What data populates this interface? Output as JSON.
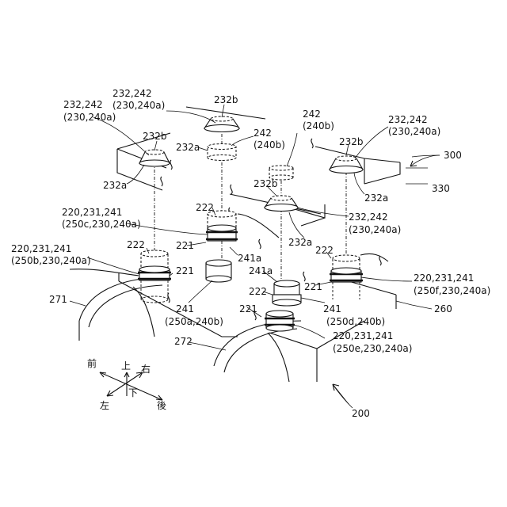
{
  "labels": [
    "232,242",
    "(230,240a)",
    "232,242",
    "(230,240a)",
    "232b",
    "232b",
    "232a",
    "242",
    "(240b)",
    "242",
    "(240b)",
    "232b",
    "232,242",
    "(230,240a)",
    "300",
    "330",
    "232a",
    "232b",
    "232a",
    "222",
    "232,242",
    "(230,240a)",
    "220,231,241",
    "(250c,230,240a)",
    "232a",
    "222",
    "221",
    "241a",
    "222",
    "220,231,241",
    "(250b,230,240a)",
    "221",
    "241a",
    "221",
    "220,231,241",
    "(250f,230,240a)",
    "222",
    "271",
    "241",
    "221",
    "241",
    "260",
    "(250a,240b)",
    "(250d,240b)",
    "220,231,241",
    "(250e,230,240a)",
    "272",
    "200"
  ],
  "compass": {
    "front": "前",
    "up": "上",
    "right": "右",
    "down": "下",
    "left": "左",
    "back": "後"
  }
}
